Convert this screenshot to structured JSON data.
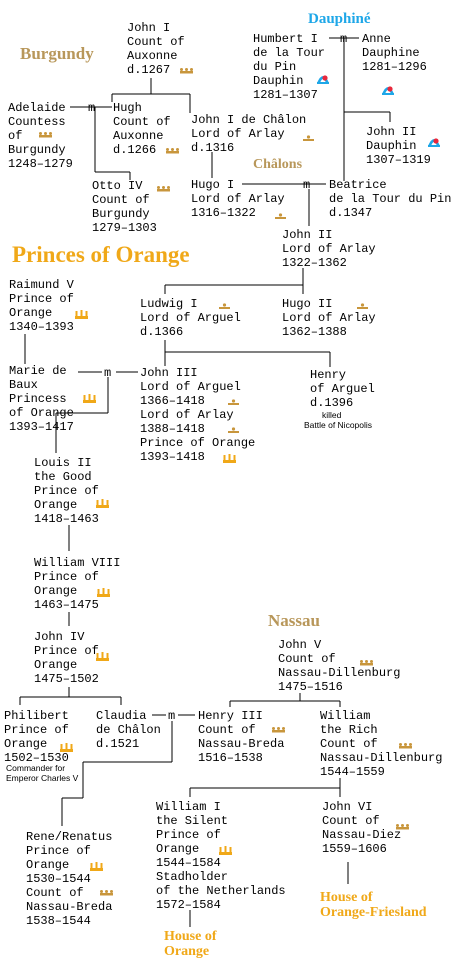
{
  "headings": {
    "burgundy": "Burgundy",
    "dauphine": "Dauphiné",
    "chalons": "Châlons",
    "princes_of_orange": "Princes of Orange",
    "nassau": "Nassau",
    "house_of_orange_friesland": "House of\nOrange-Friesland",
    "house_of_orange": "House of\nOrange"
  },
  "colors": {
    "burgundy": "#B8975A",
    "dauphine": "#1EA7E8",
    "chalons": "#B8975A",
    "orange": "#F0A818",
    "nassau": "#B8975A",
    "count_crown": "#C8963C",
    "princely_crown": "#F0A818",
    "dauphin_crown_blue": "#1EA7E8",
    "dauphin_crown_red": "#E8283C",
    "lines": "#000000"
  },
  "marriage_symbol": "m",
  "persons": {
    "john_i_auxonne": "John I\nCount of\nAuxonne\nd.1267",
    "humbert_i": "Humbert I\nde la Tour\ndu Pin\nDauphin\n1281–1307",
    "anne_dauphine": "Anne\nDauphine\n1281–1296",
    "adelaide": "Adelaide\nCountess\nof\nBurgundy\n1248–1279",
    "hugh_auxonne": "Hugh\nCount of\nAuxonne\nd.1266",
    "john_i_chalon": "John I de Châlon\nLord of Arlay\nd.1316",
    "john_ii_dauphin": "John II\nDauphin\n1307–1319",
    "otto_iv": "Otto IV\nCount of\nBurgundy\n1279–1303",
    "hugo_i": "Hugo I\nLord of Arlay\n1316–1322",
    "beatrice": "Beatrice\nde la Tour du Pin\nd.1347",
    "john_ii_arlay": "John II\nLord of Arlay\n1322–1362",
    "raimund_v": "Raimund V\nPrince of\nOrange\n1340–1393",
    "ludwig_i": "Ludwig I\nLord of Arguel\nd.1366",
    "hugo_ii": "Hugo II\nLord of Arlay\n1362–1388",
    "marie_de_baux": "Marie de\nBaux\nPrincess\nof Orange\n1393–1417",
    "john_iii": "John III\nLord of Arguel\n1366–1418\nLord of Arlay\n1388–1418\nPrince of Orange\n1393–1418",
    "henry_arguel": "Henry\nof Arguel\nd.1396",
    "louis_ii": "Louis II\nthe Good\nPrince of\nOrange\n1418–1463",
    "william_viii": "William VIII\nPrince of\nOrange\n1463–1475",
    "john_iv": "John IV\nPrince of\nOrange\n1475–1502",
    "john_v": "John V\nCount of\nNassau-Dillenburg\n1475–1516",
    "philibert": "Philibert\nPrince of\nOrange\n1502–1530",
    "claudia": "Claudia\nde Châlon\nd.1521",
    "henry_iii": "Henry III\nCount of\nNassau-Breda\n1516–1538",
    "william_rich": "William\nthe Rich\nCount of\nNassau-Dillenburg\n1544–1559",
    "rene": "Rene/Renatus\nPrince of\nOrange\n1530–1544\nCount of\nNassau-Breda\n1538–1544",
    "william_i": "William I\nthe Silent\nPrince of\nOrange\n1544–1584\nStadholder\nof the Netherlands\n1572–1584",
    "john_vi": "John VI\nCount of\nNassau-Diez\n1559–1606"
  },
  "notes": {
    "henry_killed": "killed\nBattle of Nicopolis",
    "philibert_commander": "Commander for\nEmperor Charles V"
  }
}
